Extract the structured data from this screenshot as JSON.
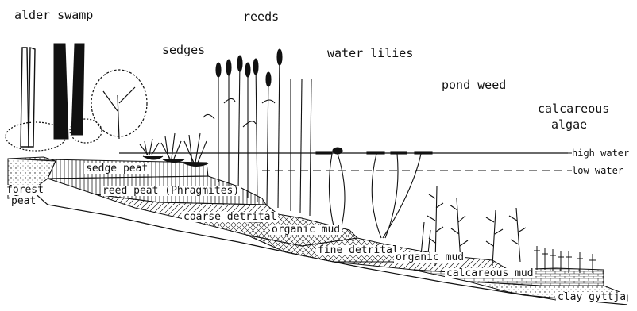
{
  "zones": {
    "alder_swamp": "alder swamp",
    "reeds": "reeds",
    "sedges": "sedges",
    "water_lilies": "water lilies",
    "pond_weed": "pond weed",
    "calcareous_algae_1": "calcareous",
    "calcareous_algae_2": "algae"
  },
  "water_levels": {
    "high": "high water",
    "low": "low water"
  },
  "layers": {
    "forest_peat_1": "forest",
    "forest_peat_2": "peat",
    "sedge_peat": "sedge peat",
    "reed_peat": "reed peat (Phragmites)",
    "coarse_detrital": "coarse detrital",
    "organic_mud_1": "organic mud",
    "fine_detrital": "fine detrital",
    "organic_mud_2": "organic mud",
    "calcareous_mud": "calcareous mud",
    "clay_gyttja": "clay gyttja"
  },
  "colors": {
    "ink": "#111111",
    "background": "#ffffff"
  }
}
